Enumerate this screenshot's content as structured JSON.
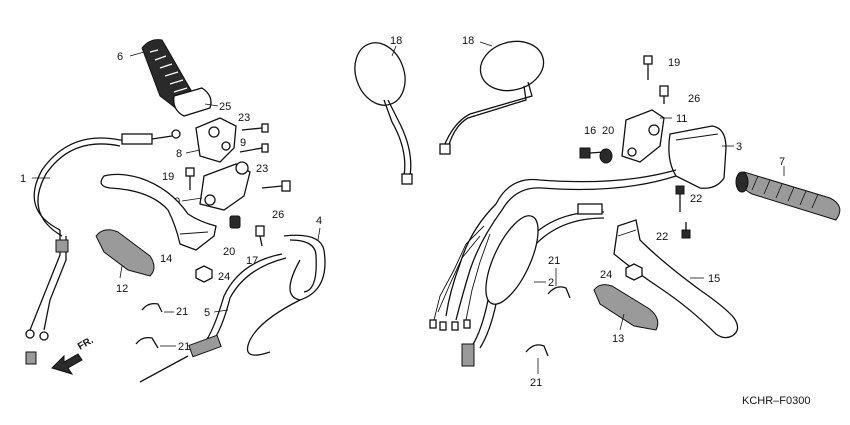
{
  "diagram": {
    "code": "KCHR–F0300",
    "front_arrow_label": "FR.",
    "callouts": {
      "c1": "1",
      "c2": "2",
      "c3": "3",
      "c4": "4",
      "c5": "5",
      "c6": "6",
      "c7": "7",
      "c8": "8",
      "c9": "9",
      "c10": "10",
      "c11": "11",
      "c12": "12",
      "c13": "13",
      "c14": "14",
      "c15": "15",
      "c16": "16",
      "c17": "17",
      "c18a": "18",
      "c18b": "18",
      "c19a": "19",
      "c19b": "19",
      "c20a": "20",
      "c20b": "20",
      "c21a": "21",
      "c21b": "21",
      "c21c": "21",
      "c21d": "21",
      "c22a": "22",
      "c22b": "22",
      "c23a": "23",
      "c23b": "23",
      "c24a": "24",
      "c24b": "24",
      "c25": "25",
      "c26a": "26",
      "c26b": "26"
    }
  }
}
